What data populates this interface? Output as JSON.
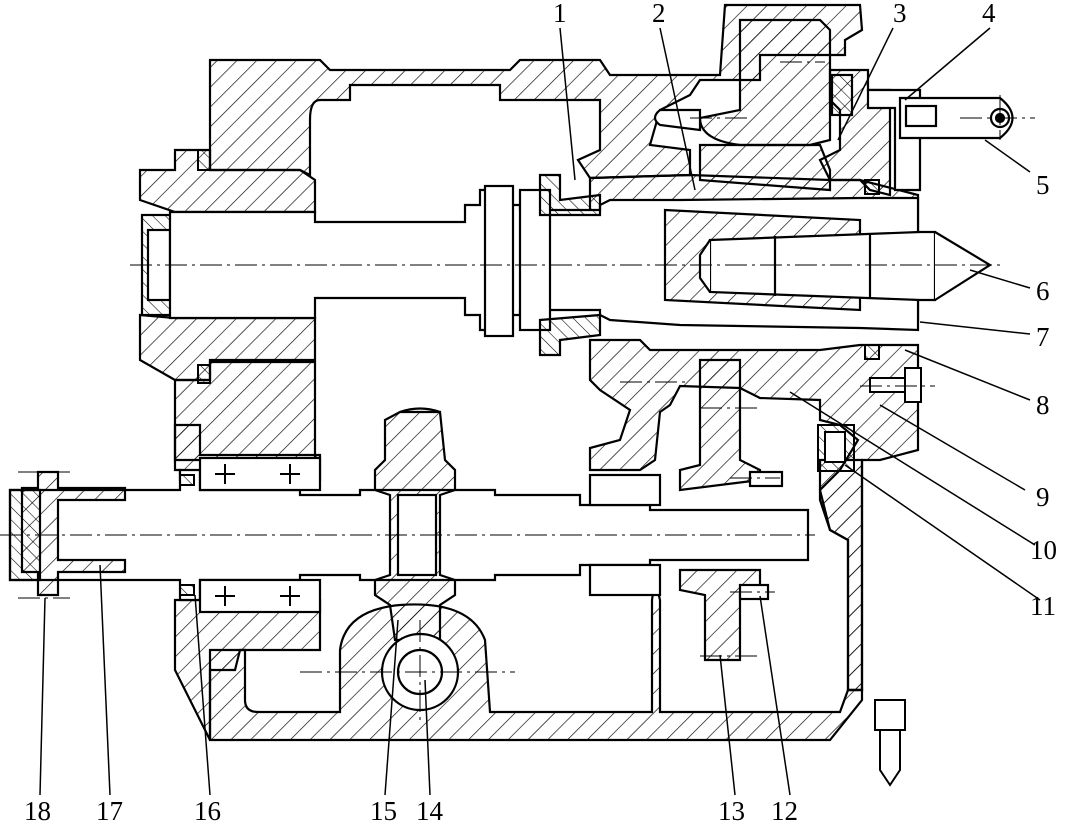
{
  "drawing": {
    "callouts": {
      "c1": "1",
      "c2": "2",
      "c3": "3",
      "c4": "4",
      "c5": "5",
      "c6": "6",
      "c7": "7",
      "c8": "8",
      "c9": "9",
      "c10": "10",
      "c11": "11",
      "c12": "12",
      "c13": "13",
      "c14": "14",
      "c15": "15",
      "c16": "16",
      "c17": "17",
      "c18": "18"
    },
    "colors": {
      "line": "#000000",
      "background": "#ffffff"
    }
  }
}
